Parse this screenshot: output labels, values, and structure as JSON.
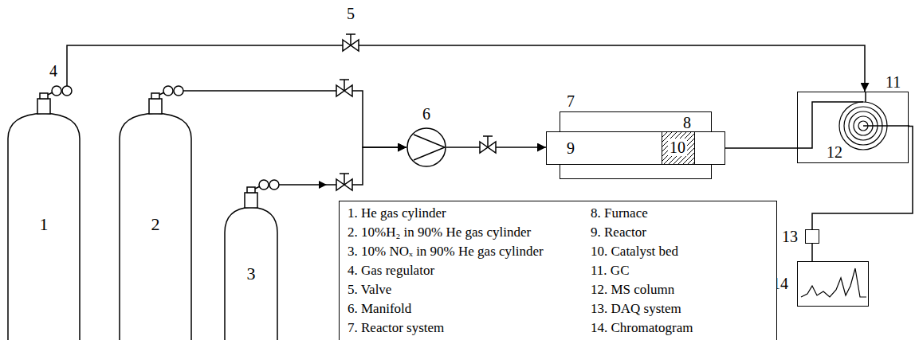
{
  "diagram": {
    "nodes": [
      {
        "text": [
          "1"
        ]
      },
      {
        "text": [
          "2"
        ]
      },
      {
        "text": [
          "3"
        ]
      },
      {
        "text": [
          "6"
        ]
      },
      {
        "text": [
          "7",
          "8"
        ]
      },
      {
        "text": [
          "9"
        ]
      },
      {
        "text": [
          "10"
        ],
        "in": 5
      },
      {
        "text": [
          "11",
          "12"
        ]
      },
      {
        "text": [
          "13"
        ]
      },
      {
        "text": [
          "14"
        ]
      },
      {
        "text": [
          "1. He gas cylinder",
          "2. 10%H₂ in 90% He gas cylinder",
          "3. 10% NOₓ in 90% He gas cylinder",
          "4. Gas regulator",
          "5. Valve",
          "6. Manifold",
          "7. Reactor system",
          "8. Furnace",
          "9. Reactor",
          "10. Catalyst bed",
          "11. GC",
          "12. MS column",
          "13. DAQ system",
          "14. Chromatogram"
        ]
      }
    ],
    "edges": [
      {
        "from": 0,
        "to": 7,
        "arrow": "to"
      },
      {
        "from": 1,
        "to": 3,
        "arrow": "to"
      },
      {
        "from": 2,
        "to": 3,
        "arrow": "to"
      },
      {
        "from": 3,
        "to": 5,
        "arrow": "to"
      },
      {
        "from": 5,
        "to": 7,
        "arrow": "none"
      },
      {
        "from": 7,
        "to": 8,
        "arrow": "none"
      },
      {
        "from": 8,
        "to": 9,
        "arrow": "none"
      }
    ],
    "labels": [
      "4",
      "5"
    ]
  }
}
